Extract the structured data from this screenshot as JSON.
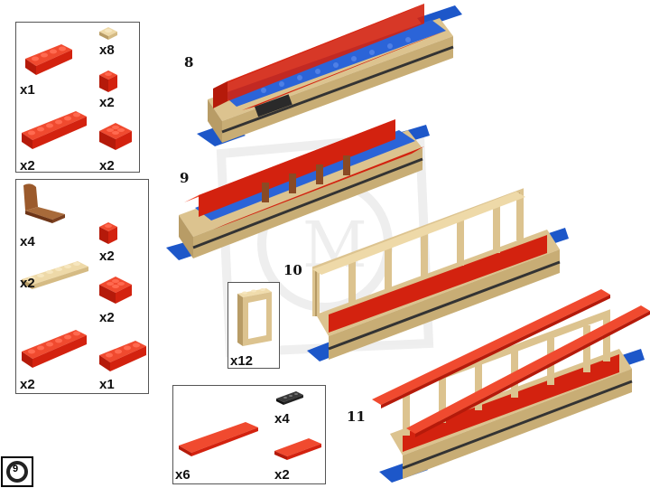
{
  "steps": [
    "8",
    "9",
    "10",
    "11"
  ],
  "parts_panel_1": [
    {
      "qty": "x1",
      "name": "brick-1x4-red"
    },
    {
      "qty": "x8",
      "name": "plate-1x1-tan"
    },
    {
      "qty": "x2",
      "name": "brick-1x1-red"
    },
    {
      "qty": "x2",
      "name": "brick-1x6-red"
    },
    {
      "qty": "x2",
      "name": "brick-2x2-red"
    }
  ],
  "parts_panel_2": [
    {
      "qty": "x4",
      "name": "seat-brown"
    },
    {
      "qty": "x2",
      "name": "brick-1x1-red"
    },
    {
      "qty": "x2",
      "name": "plate-1x6-tan"
    },
    {
      "qty": "x2",
      "name": "brick-2x2-red"
    },
    {
      "qty": "x2",
      "name": "brick-1x6-red"
    },
    {
      "qty": "x1",
      "name": "brick-1x4-red"
    }
  ],
  "parts_panel_3": [
    {
      "qty": "x12",
      "name": "window-frame-tan"
    }
  ],
  "parts_panel_4": [
    {
      "qty": "x4",
      "name": "tile-1x2-grill-black"
    },
    {
      "qty": "x6",
      "name": "tile-1x8-red"
    },
    {
      "qty": "x2",
      "name": "tile-1x4-red"
    }
  ],
  "page_number": "9",
  "colors": {
    "red": "#d3220f",
    "tan": "#dcc38f",
    "blue": "#1d57c9",
    "black": "#2a2a2a",
    "brown": "#8a4a24"
  }
}
